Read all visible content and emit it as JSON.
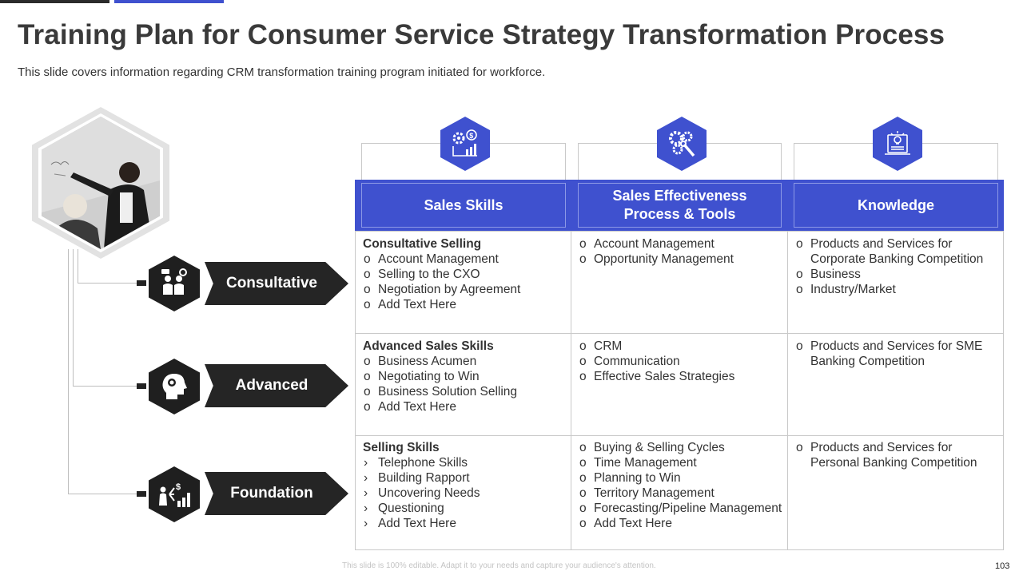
{
  "slide": {
    "title": "Training Plan for Consumer Service Strategy Transformation Process",
    "subtitle": "This slide covers information regarding CRM transformation  training program initiated for workforce.",
    "footer_note": "This slide is 100% editable. Adapt it to your needs and capture your audience's attention.",
    "page_number": "103"
  },
  "colors": {
    "accent": "#3f51cf",
    "dark": "#252525"
  },
  "levels": [
    {
      "label": "Consultative",
      "icon": "team-meeting-icon"
    },
    {
      "label": "Advanced",
      "icon": "head-gear-icon"
    },
    {
      "label": "Foundation",
      "icon": "people-money-chart-icon"
    }
  ],
  "columns": [
    {
      "header_line1": "Sales Skills",
      "header_line2": "",
      "icon": "gear-dollar-chart-icon"
    },
    {
      "header_line1": "Sales Effectiveness",
      "header_line2": "Process & Tools",
      "icon": "gears-wrench-icon"
    },
    {
      "header_line1": "Knowledge",
      "header_line2": "",
      "icon": "idea-document-icon"
    }
  ],
  "rows": [
    {
      "cells": [
        {
          "title": "Consultative Selling",
          "marker": "o",
          "items": [
            "Account Management",
            "Selling to the CXO",
            "Negotiation by Agreement",
            "Add Text Here"
          ]
        },
        {
          "title": "",
          "marker": "o",
          "items": [
            "Account Management",
            "Opportunity  Management"
          ]
        },
        {
          "title": "",
          "marker": "o",
          "items": [
            "Products and Services for Corporate Banking Competition",
            "Business",
            "Industry/Market"
          ]
        }
      ]
    },
    {
      "cells": [
        {
          "title": "Advanced Sales Skills",
          "marker": "o",
          "items": [
            "Business Acumen",
            "Negotiating to Win",
            "Business Solution Selling",
            "Add Text Here"
          ]
        },
        {
          "title": "",
          "marker": "o",
          "items": [
            "CRM",
            "Communication",
            "Effective Sales Strategies"
          ]
        },
        {
          "title": "",
          "marker": "o",
          "items": [
            "Products and Services for SME Banking Competition"
          ]
        }
      ]
    },
    {
      "cells": [
        {
          "title": "Selling Skills",
          "marker": "›",
          "items": [
            "Telephone Skills",
            "Building Rapport",
            "Uncovering Needs",
            "Questioning",
            "Add Text Here"
          ]
        },
        {
          "title": "",
          "marker": "o",
          "items": [
            "Buying & Selling Cycles",
            "Time Management",
            "Planning to Win",
            "Territory Management",
            "Forecasting/Pipeline Management",
            "Add Text Here"
          ]
        },
        {
          "title": "",
          "marker": "o",
          "items": [
            "Products and Services for Personal Banking Competition"
          ]
        }
      ]
    }
  ]
}
